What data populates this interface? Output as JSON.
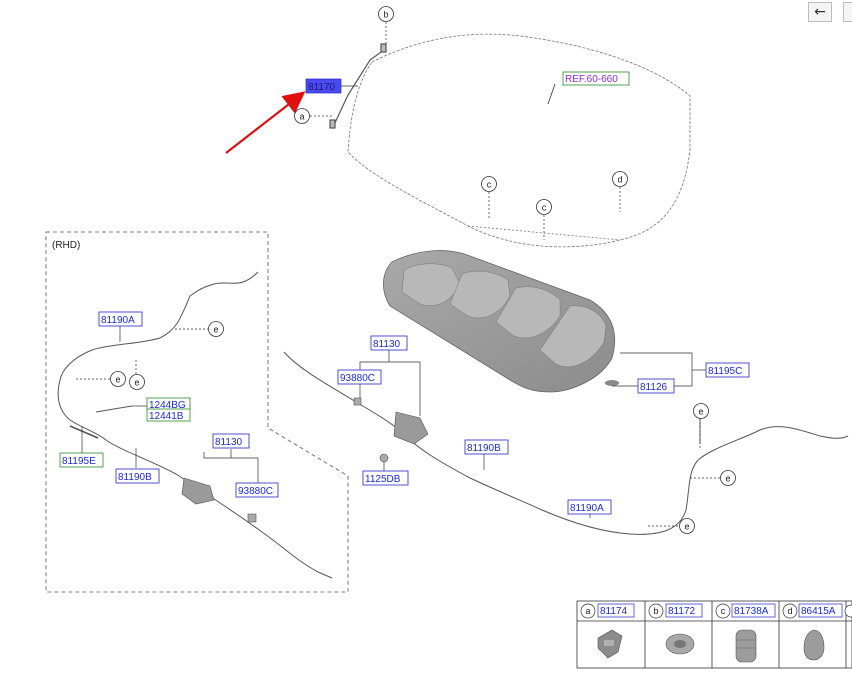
{
  "parts": {
    "hood_panel_ref": "REF.60-660",
    "hood_stay_rod": "81170",
    "rhd_label": "(RHD)",
    "rhd_cable_upper": "81190A",
    "rhd_bolt_1": "1244BG",
    "rhd_bolt_2": "12441B",
    "rhd_bumper": "81195E",
    "rhd_cable_lower": "81190B",
    "rhd_latch": "81130",
    "rhd_latch_switch": "93880C",
    "latch": "81130",
    "latch_switch": "93880C",
    "latch_bolt": "1125DB",
    "cable_lower": "81190B",
    "cable_upper": "81190A",
    "insulator": "81126",
    "insulator_clip": "81195C"
  },
  "callouts": {
    "a": "a",
    "b": "b",
    "c": "c",
    "d": "d",
    "e": "e"
  },
  "legend": {
    "items": [
      {
        "letter": "a",
        "part": "81174",
        "icon": "bracket-clip-icon"
      },
      {
        "letter": "b",
        "part": "81172",
        "icon": "grommet-icon"
      },
      {
        "letter": "c",
        "part": "81738A",
        "icon": "rubber-bumper-icon"
      },
      {
        "letter": "d",
        "part": "86415A",
        "icon": "plug-icon"
      }
    ]
  },
  "toolbar": {
    "back_icon": "←"
  },
  "colors": {
    "highlight": "#4a4af0",
    "arrow": "#e01010",
    "blue_label": "#1a2bd6",
    "green_label": "#2a8a2a"
  }
}
